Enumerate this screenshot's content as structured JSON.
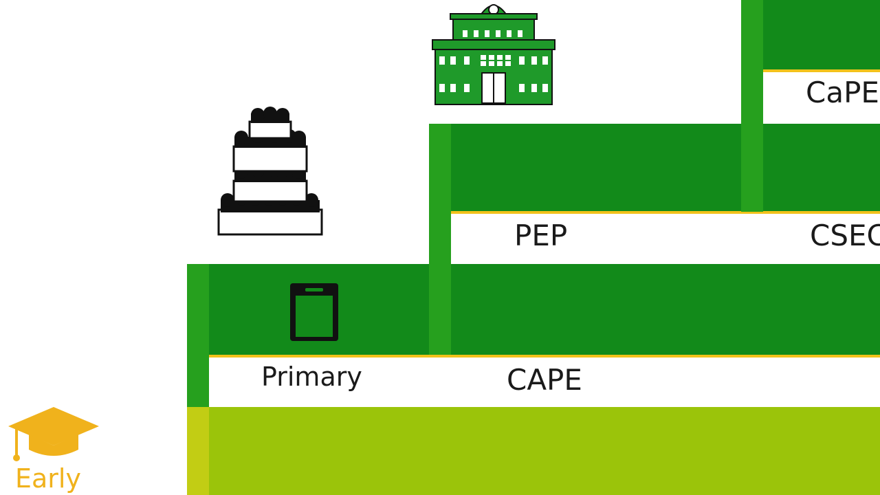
{
  "diagram": {
    "steps": [
      {
        "label": "Early",
        "color": "#9bc40a"
      },
      {
        "label": "Primary",
        "color": "#128a1a"
      },
      {
        "label": "CAPE",
        "color": "#128a1a"
      },
      {
        "label": "PEP",
        "color": "#128a1a"
      },
      {
        "label": "CSEC",
        "color": "#128a1a"
      },
      {
        "label": "CaPE",
        "color": "#128a1a"
      }
    ],
    "icons": [
      "graduation-cap-icon",
      "tablet-icon",
      "wedding-cake-icon",
      "school-building-icon"
    ],
    "colors": {
      "dark_green": "#128a1a",
      "side_green": "#26a01e",
      "lime": "#9bc40a",
      "accent_yellow": "#f2c21b",
      "cap_gold": "#f0b21c"
    }
  }
}
